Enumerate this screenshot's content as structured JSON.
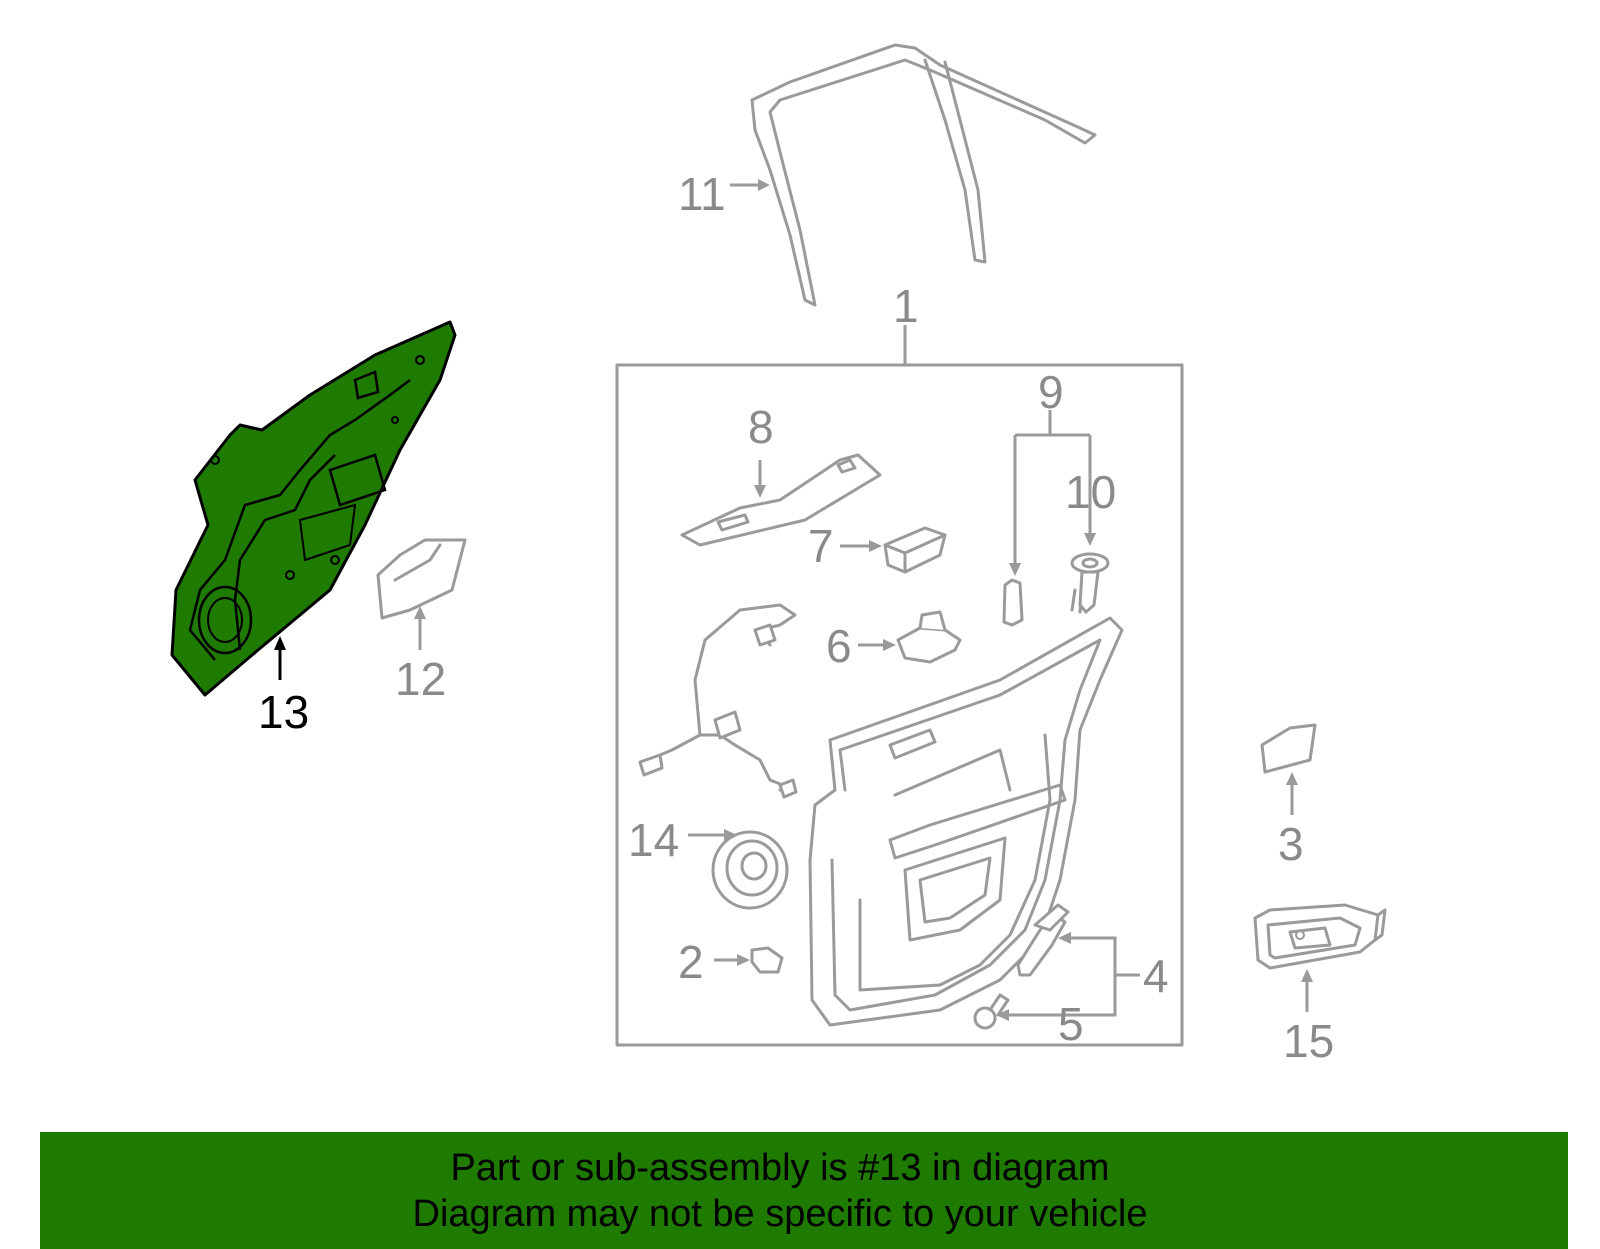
{
  "diagram": {
    "callouts": {
      "c1": "1",
      "c2": "2",
      "c3": "3",
      "c4": "4",
      "c5": "5",
      "c6": "6",
      "c7": "7",
      "c8": "8",
      "c9": "9",
      "c10": "10",
      "c11": "11",
      "c12": "12",
      "c13": "13",
      "c14": "14",
      "c15": "15"
    },
    "highlighted_part": "13",
    "highlight_color": "#1f7a00",
    "line_color": "#9a9a9a"
  },
  "banner": {
    "line1": "Part or sub-assembly is #13 in diagram",
    "line2": "Diagram may not be specific to your vehicle",
    "background": "#1f7a00"
  }
}
